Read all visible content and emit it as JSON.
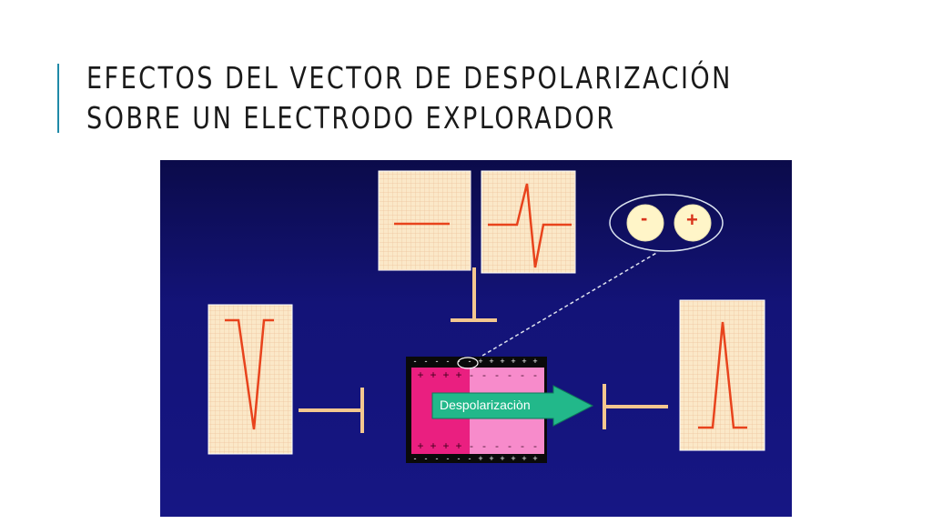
{
  "slide": {
    "title_line1": "EFECTOS DEL VECTOR DE DESPOLARIZACIÓN",
    "title_line2": "SOBRE UN ELECTRODO EXPLORADOR"
  },
  "diagram": {
    "arrow_label": "Despolarizaciòn",
    "dipole_minus": "-",
    "dipole_plus": "+",
    "colors": {
      "background": "#141480",
      "grid_paper": "#fbe8c8",
      "trace": "#e8431c",
      "electrode": "#f3c78f",
      "depolarized": "#ea1f80",
      "repolarized": "#f78bcb",
      "arrow": "#22b88a"
    }
  }
}
